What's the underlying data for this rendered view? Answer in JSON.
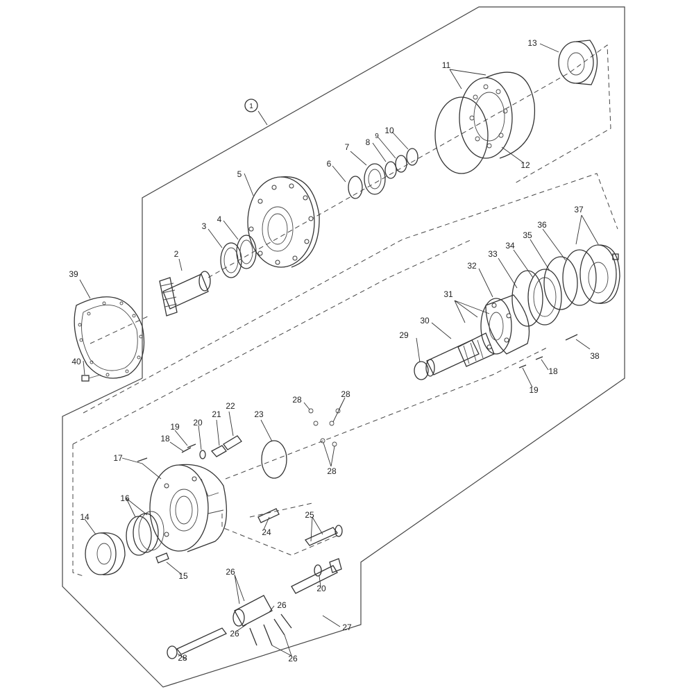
{
  "diagram": {
    "callouts": {
      "c1": "1",
      "c2": "2",
      "c3": "3",
      "c4": "4",
      "c5": "5",
      "c6": "6",
      "c7": "7",
      "c8": "8",
      "c9": "9",
      "c10": "10",
      "c11": "11",
      "c12": "12",
      "c13": "13",
      "c14": "14",
      "c15": "15",
      "c16": "16",
      "c17": "17",
      "c18a": "18",
      "c18b": "18",
      "c19a": "19",
      "c19b": "19",
      "c20a": "20",
      "c20b": "20",
      "c21": "21",
      "c22": "22",
      "c23": "23",
      "c24": "24",
      "c25": "25",
      "c26a": "26",
      "c26b": "26",
      "c26c": "26",
      "c26d": "26",
      "c27": "27",
      "c28a": "28",
      "c28b": "28",
      "c28c": "28",
      "c28d": "28",
      "c29": "29",
      "c30": "30",
      "c31": "31",
      "c32": "32",
      "c33": "33",
      "c34": "34",
      "c35": "35",
      "c36": "36",
      "c37": "37",
      "c38": "38",
      "c39": "39",
      "c40": "40"
    }
  }
}
